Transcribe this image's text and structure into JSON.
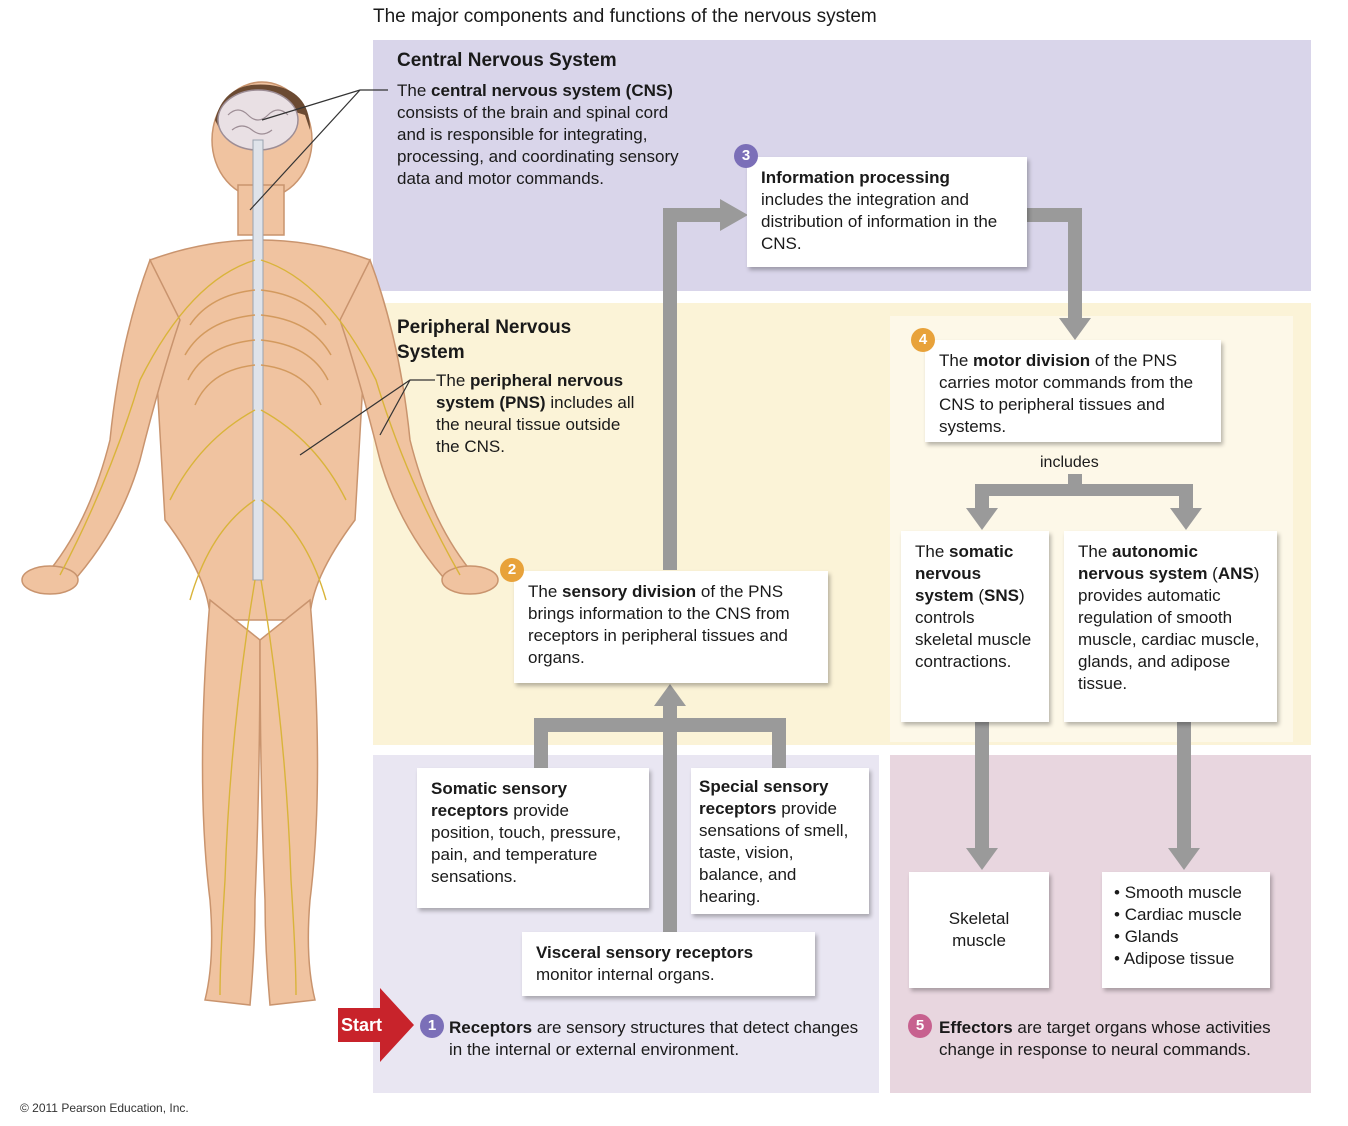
{
  "figure_title": "The major components and functions of the nervous system",
  "copyright": "© 2011 Pearson Education, Inc.",
  "start_label": "Start",
  "cns": {
    "title": "Central Nervous System",
    "text_pre": "The ",
    "text_bold": "central nervous system (CNS)",
    "text_post": " consists of the brain and spinal cord and is responsible for integrating, processing, and coordinating sensory data and motor commands."
  },
  "pns": {
    "title": "Peripheral Nervous System",
    "text_pre": "The ",
    "text_bold": "peripheral nervous system (PNS)",
    "text_post": " includes all the neural tissue outside the CNS."
  },
  "step3": {
    "number": "3",
    "bold": "Information processing",
    "text": " includes the integration and distribution of information in the CNS."
  },
  "step2": {
    "number": "2",
    "pre": "The ",
    "bold": "sensory division",
    "text": " of the PNS brings information to the CNS from receptors in peripheral tissues and organs."
  },
  "step4": {
    "number": "4",
    "pre": "The ",
    "bold": "motor division",
    "text": " of the PNS carries motor commands from the CNS to peripheral tissues and systems."
  },
  "includes_label": "includes",
  "somatic": {
    "pre": "The ",
    "bold": "somatic nervous system",
    "mid": " (",
    "bold2": "SNS",
    "text": ") controls skeletal muscle contractions."
  },
  "autonomic": {
    "pre": "The ",
    "bold": "autonomic nervous system",
    "mid": " (",
    "bold2": "ANS",
    "text": ") provides automatic regulation of smooth muscle, cardiac muscle, glands, and adipose tissue."
  },
  "somatic_receptors": {
    "bold": "Somatic sensory receptors",
    "text": " provide position, touch, pressure, pain, and temperature sensations."
  },
  "special_receptors": {
    "bold": "Special sensory receptors",
    "text": " provide sensations of smell, taste, vision, balance, and hearing."
  },
  "visceral_receptors": {
    "bold": "Visceral sensory receptors",
    "text": " monitor internal organs."
  },
  "skeletal_muscle": "Skeletal muscle",
  "effector_list": [
    "Smooth muscle",
    "Cardiac muscle",
    "Glands",
    "Adipose tissue"
  ],
  "step1": {
    "number": "1",
    "bold": "Receptors",
    "text": " are sensory structures that detect changes in the internal or external environment."
  },
  "step5": {
    "number": "5",
    "bold": "Effectors",
    "text": " are target organs whose activities change in response to neural commands."
  },
  "colors": {
    "cns_panel": "#d9d5ea",
    "pns_panel": "#fbf3d7",
    "receptor_panel": "#e9e6f2",
    "effector_panel": "#e8d6df",
    "arrow": "#9a9a9a",
    "badge_purple": "#7b6fb8",
    "badge_orange": "#e8a23a",
    "badge_pink": "#c7618f",
    "start_red": "#c8232b"
  }
}
